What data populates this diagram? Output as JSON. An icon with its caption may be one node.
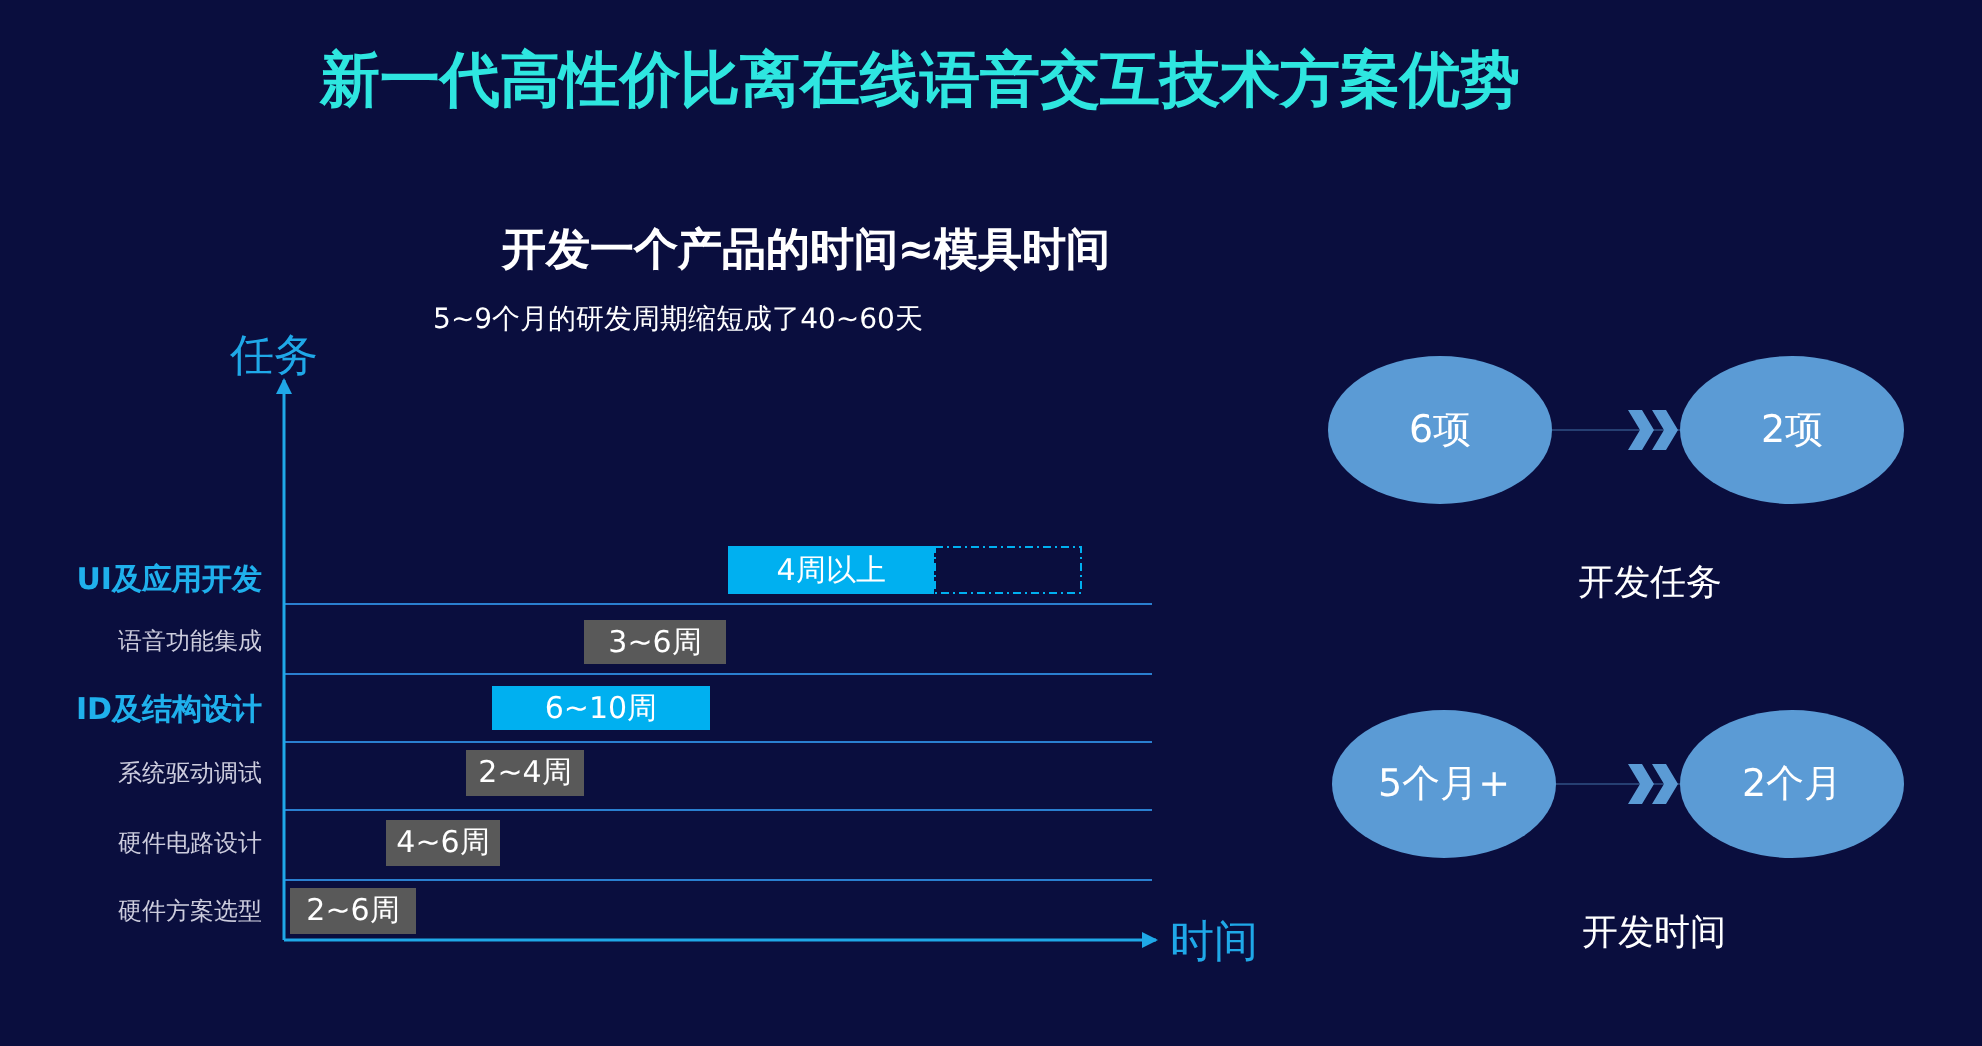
{
  "diagram": {
    "title": "新一代高性价比离在线语音交互技术方案优势",
    "nodes": [
      {
        "text": [
          "4周以上"
        ]
      },
      {
        "text": [
          "3~6周"
        ]
      },
      {
        "text": [
          "6~10周"
        ]
      },
      {
        "text": [
          "2~4周"
        ]
      },
      {
        "text": [
          "4~6周"
        ]
      },
      {
        "text": [
          "2~6周"
        ]
      },
      {
        "text": [
          "6项"
        ]
      },
      {
        "text": [
          "2项"
        ]
      },
      {
        "text": [
          "5个月+"
        ]
      },
      {
        "text": [
          "2个月"
        ]
      }
    ],
    "edges": [
      {
        "from": 6,
        "to": 7,
        "arrow": "to"
      },
      {
        "from": 8,
        "to": 9,
        "arrow": "to"
      }
    ],
    "labels": [
      "开发一个产品的时间≈模具时间",
      "5~9个月的研发周期缩短成了40~60天",
      "任务",
      "UI及应用开发",
      "语音功能集成",
      "ID及结构设计",
      "系统驱动调试",
      "硬件电路设计",
      "硬件方案选型",
      "开发任务",
      "时间",
      "开发时间"
    ]
  }
}
